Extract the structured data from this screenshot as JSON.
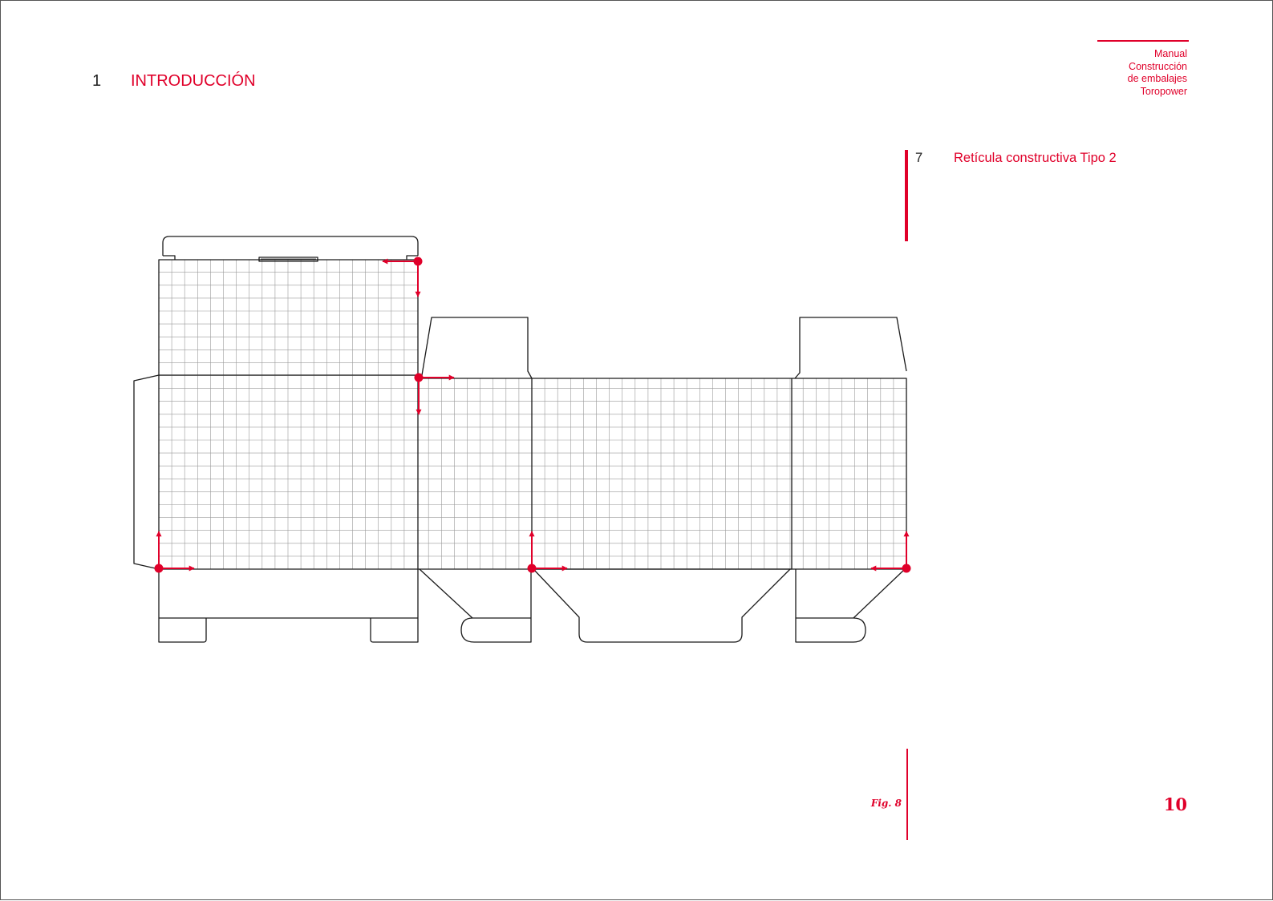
{
  "header": {
    "section_number": "1",
    "section_title": "INTRODUCCIÓN"
  },
  "brand": {
    "lines": [
      "Manual",
      "Construcción",
      "de embalajes",
      "Toropower"
    ]
  },
  "subsection": {
    "number": "7",
    "title": "Retícula constructiva Tipo 2"
  },
  "figure": {
    "label": "Fig. 8"
  },
  "footer": {
    "page_number": "10"
  },
  "colors": {
    "accent": "#e0002a",
    "outline": "#1a1a1a",
    "grid": "#9a9a9a"
  }
}
